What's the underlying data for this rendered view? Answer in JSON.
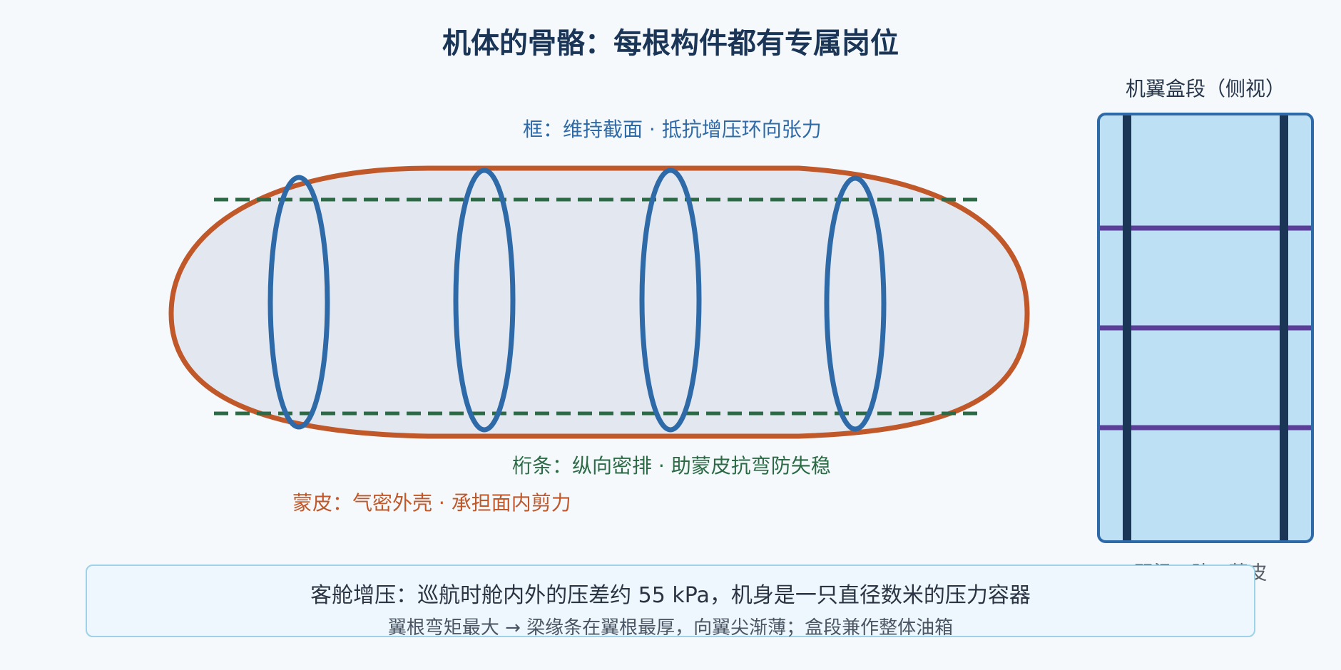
{
  "title": "机体的骨骼：每根构件都有专属岗位",
  "fuselage": {
    "frame_label": "框：维持截面 · 抵抗增压环向张力",
    "stringer_label": "桁条：纵向密排 · 助蒙皮抗弯防失稳",
    "skin_label": "蒙皮：气密外壳 · 承担面内剪力"
  },
  "wing_box": {
    "title": "机翼盒段（侧视）",
    "caption": "翼梁 · 肋 · 蒙皮"
  },
  "info": {
    "line1": "客舱增压：巡航时舱内外的压差约 55 kPa，机身是一只直径数米的压力容器",
    "line2": "翼根弯矩最大 → 梁缘条在翼根最厚，向翼尖渐薄；盒段兼作整体油箱"
  },
  "colors": {
    "skin": "#c0582a",
    "frame": "#2f6aa8",
    "stringer": "#2b6a45",
    "spar": "#1b3556",
    "rib": "#5a3e98",
    "wing_fill": "#bde0f5",
    "title": "#1b3556"
  }
}
